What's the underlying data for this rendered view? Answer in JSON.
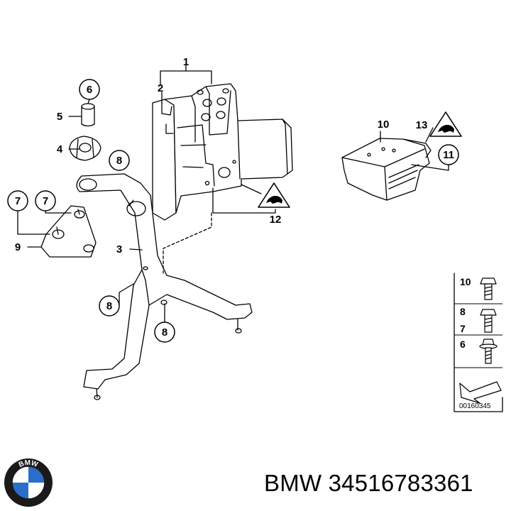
{
  "callouts": {
    "c1": "1",
    "c2": "2",
    "c3": "3",
    "c4": "4",
    "c5": "5",
    "c6": "6",
    "c7a": "7",
    "c7b": "7",
    "c8a": "8",
    "c8b": "8",
    "c8c": "8",
    "c9": "9",
    "c10": "10",
    "c11": "11",
    "c12": "12",
    "c13": "13"
  },
  "hardware_legend": {
    "items": [
      {
        "label": "10",
        "icon": "bolt-icon"
      },
      {
        "label": "8",
        "icon": "bolt-icon"
      },
      {
        "label": "7",
        "icon": "bolt-icon"
      },
      {
        "label": "6",
        "icon": "flange-bolt-icon"
      }
    ],
    "arrow_icon": "direction-arrow-icon",
    "reference": "00160345"
  },
  "brand": {
    "logo_text": "BMW",
    "part_number": "BMW 34516783361"
  },
  "colors": {
    "line": "#000000",
    "background": "#ffffff",
    "logo_blue": "#2a6ec9",
    "logo_black": "#1a1a1a"
  }
}
